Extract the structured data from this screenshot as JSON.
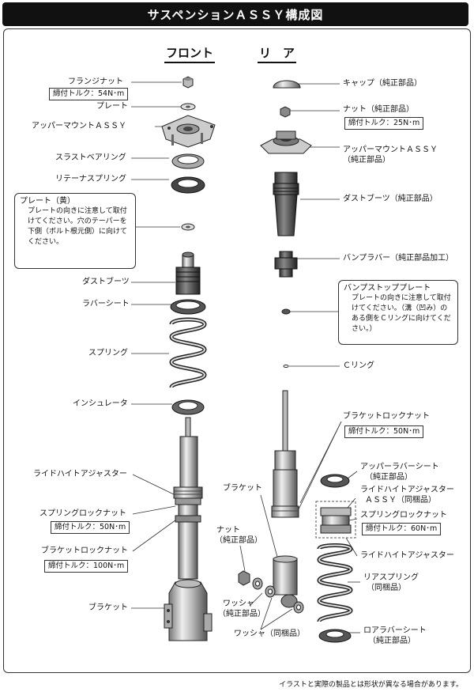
{
  "title": "サスペンションＡＳＳＹ構成図",
  "headings": {
    "front": "フロント",
    "rear": "リ　ア"
  },
  "front": {
    "flange_nut": "フランジナット",
    "flange_nut_torque": "締付トルク：54N･m",
    "plate": "プレート",
    "upper_mount": "アッパーマウントＡＳＳＹ",
    "thrust_bearing": "スラストベアリング",
    "retainer_spring": "リテーナスプリング",
    "plate_note": {
      "title": "プレート（黄）",
      "lines": [
        "プレートの向きに注意して取付",
        "けてください。穴のテーパーを",
        "下側（ボルト根元側）に向けて",
        "ください。"
      ]
    },
    "dust_boots": "ダストブーツ",
    "rubber_sheet": "ラバーシート",
    "spring": "スプリング",
    "insulator": "インシュレータ",
    "ride_height_adjuster": "ライドハイトアジャスター",
    "spring_lock_nut": "スプリングロックナット",
    "spring_lock_nut_torque": "締付トルク：50N･m",
    "bracket_lock_nut": "ブラケットロックナット",
    "bracket_lock_nut_torque": "締付トルク：100N･m",
    "bracket": "ブラケット"
  },
  "rear": {
    "cap": "キャップ（純正部品）",
    "nut": "ナット（純正部品）",
    "nut_torque": "締付トルク：25N･m",
    "upper_mount_1": "アッパーマウントＡＳＳＹ",
    "upper_mount_2": "（純正部品）",
    "dust_boots": "ダストブーツ（純正部品）",
    "bump_rubber": "バンプラバー（純正部品加工）",
    "bump_stop_note": {
      "title": "バンプストッププレート",
      "lines": [
        "プレートの向きに注意して取付",
        "けてください。（溝（凹み）の",
        "ある側をＣリングに向けてくだ",
        "さい。）"
      ]
    },
    "c_ring": "Ｃリング",
    "bracket_lock_nut": "ブラケットロックナット",
    "bracket_lock_nut_torque": "締付トルク：50N･m",
    "upper_rubber_sheet_1": "アッパーラバーシート",
    "upper_rubber_sheet_2": "（純正部品）",
    "ride_height_adjuster_assy_1": "ライドハイトアジャスター",
    "ride_height_adjuster_assy_2": "ＡＳＳＹ（同梱品）",
    "spring_lock_nut": "スプリングロックナット",
    "spring_lock_nut_torque": "締付トルク：60N･m",
    "ride_height_adjuster": "ライドハイトアジャスター",
    "rear_spring_1": "リアスプリング",
    "rear_spring_2": "（同梱品）",
    "lower_rubber_sheet_1": "ロアラバーシート",
    "lower_rubber_sheet_2": "（純正部品）",
    "bracket": "ブラケット",
    "nut_1": "ナット",
    "nut_2": "（純正部品）",
    "washer_1": "ワッシャ",
    "washer_2": "（純正部品）",
    "washer_included": "ワッシャ（同梱品）"
  },
  "footer": "イラストと実際の製品とは形状が異なる場合があります。"
}
